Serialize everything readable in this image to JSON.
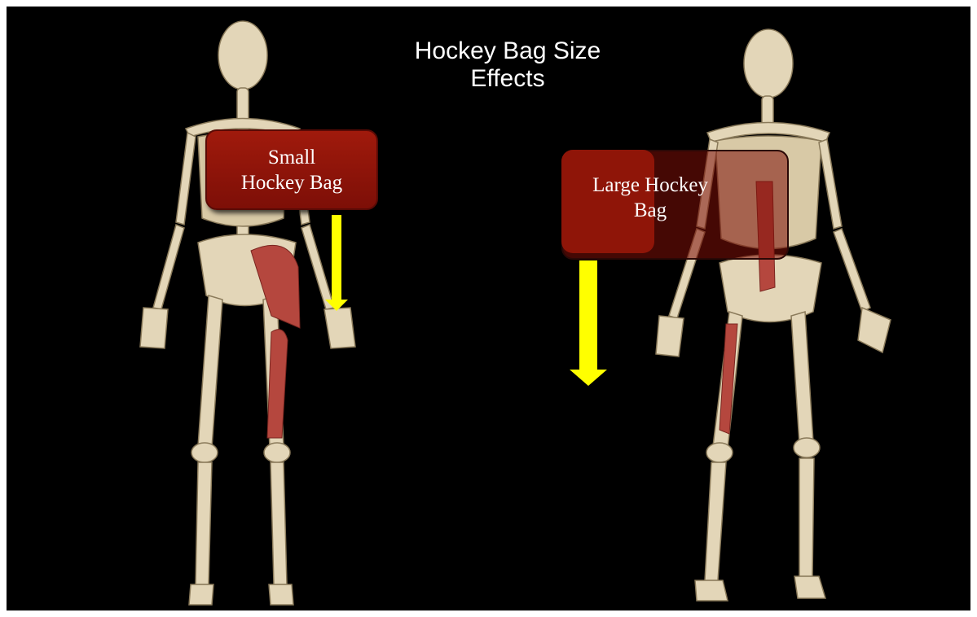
{
  "slide": {
    "title_line1": "Hockey Bag Size",
    "title_line2": "Effects"
  },
  "small_bag": {
    "label_line1": "Small",
    "label_line2": "Hockey Bag"
  },
  "large_bag": {
    "label_line1": "Large Hockey",
    "label_line2": "Bag"
  },
  "colors": {
    "background": "#000000",
    "bag_red": "#8f1508",
    "arrow_yellow": "#ffff00",
    "bone": "#e3d6b8",
    "muscle": "#b5473e"
  },
  "icons": [
    "skeleton-back-view",
    "skeleton-front-view",
    "down-arrow-icon"
  ]
}
